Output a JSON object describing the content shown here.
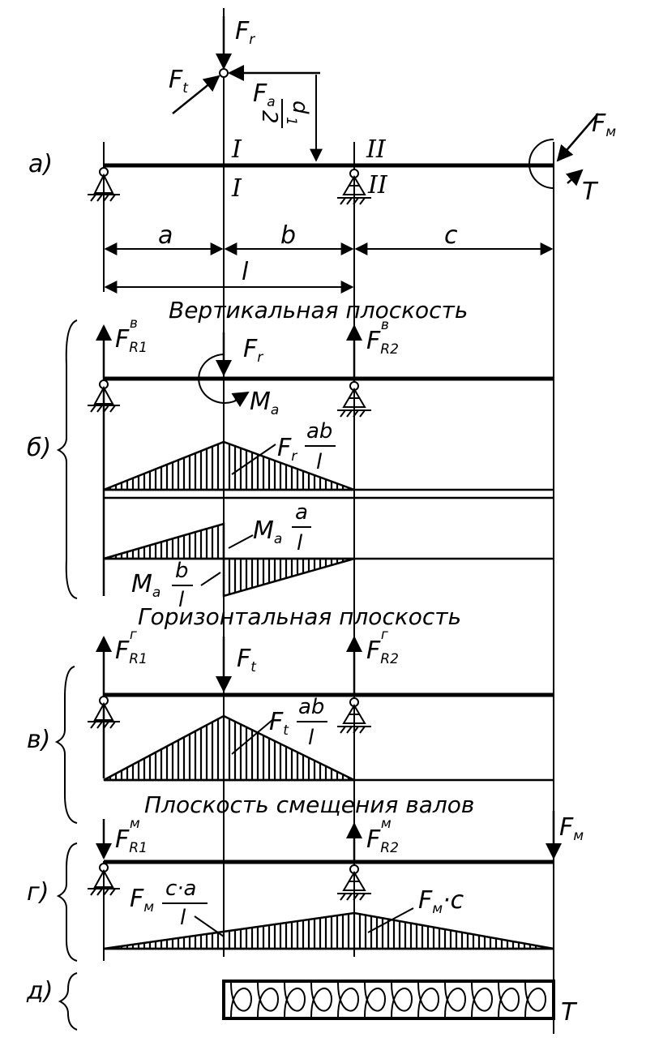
{
  "labels": {
    "panel_a": "а)",
    "panel_b": "б)",
    "panel_v": "в)",
    "panel_g": "г)",
    "panel_d": "д)",
    "vertical_plane": "Вертикальная плоскость",
    "horizontal_plane": "Горизонтальная плоскость",
    "shift_plane": "Плоскость смещения валов",
    "section_I": "I",
    "section_II": "II",
    "dim_a": "a",
    "dim_b": "b",
    "dim_c": "c",
    "dim_l": "l"
  },
  "forces": {
    "F": "F",
    "r": "r",
    "t": "t",
    "a": "a",
    "m": "м",
    "M": "M",
    "T": "T",
    "R1": "R1",
    "R2": "R2",
    "sup_v": "в",
    "sup_g": "г",
    "sup_m": "м",
    "d": "d",
    "one": "1",
    "two": "2"
  },
  "fractions": {
    "ab": "ab",
    "a": "a",
    "b": "b",
    "l": "l",
    "ca": "c·a",
    "fm_c": "F",
    "fm_c_sub": "м",
    "fm_c_tail": "·c"
  }
}
